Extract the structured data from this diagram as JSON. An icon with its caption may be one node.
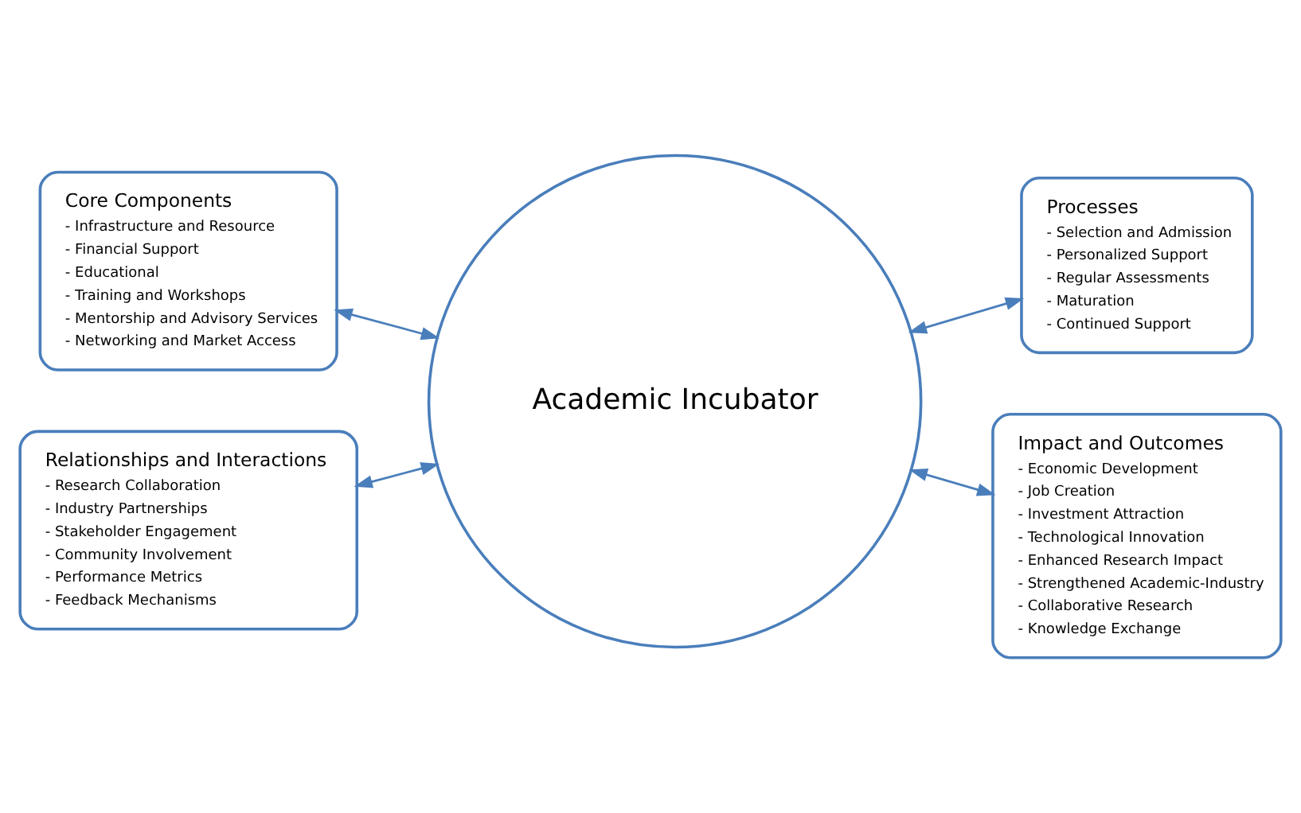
{
  "diagram": {
    "nodes": [
      {
        "text": [
          "Core Components",
          "- Infrastructure and Resource",
          "- Financial Support",
          "- Educational",
          "- Training and Workshops",
          "- Mentorship and Advisory Services",
          "- Networking and Market Access"
        ]
      },
      {
        "text": [
          "Processes",
          "- Selection and Admission",
          "- Personalized Support",
          "- Regular Assessments",
          "- Maturation",
          "- Continued Support"
        ]
      },
      {
        "text": [
          "Academic Incubator"
        ]
      },
      {
        "text": [
          "Relationships and Interactions",
          "- Research Collaboration",
          "- Industry Partnerships",
          "- Stakeholder Engagement",
          "- Community Involvement",
          "- Performance Metrics",
          "- Feedback Mechanisms"
        ]
      },
      {
        "text": [
          "Impact and Outcomes",
          "- Economic Development",
          "- Job Creation",
          "- Investment Attraction",
          "- Technological Innovation",
          "- Enhanced Research Impact",
          "- Strengthened Academic-Industry",
          "- Collaborative Research",
          "- Knowledge Exchange"
        ]
      }
    ],
    "edges": [
      {
        "from": 0,
        "to": 2,
        "arrow": "both"
      },
      {
        "from": 2,
        "to": 1,
        "arrow": "both"
      },
      {
        "from": 3,
        "to": 2,
        "arrow": "both"
      },
      {
        "from": 2,
        "to": 4,
        "arrow": "both"
      }
    ]
  }
}
